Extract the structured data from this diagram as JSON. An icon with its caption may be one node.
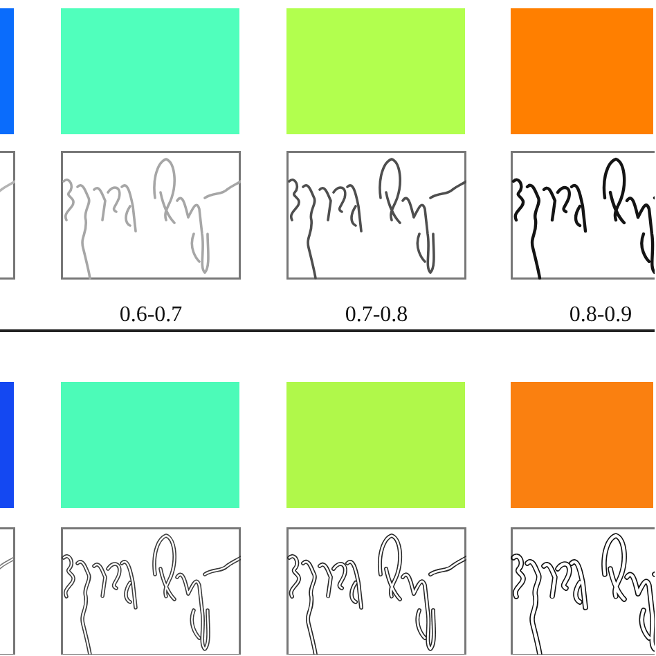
{
  "diagram": {
    "labels": [
      "0.6-0.7",
      "0.7-0.8",
      "0.8-0.9"
    ]
  }
}
